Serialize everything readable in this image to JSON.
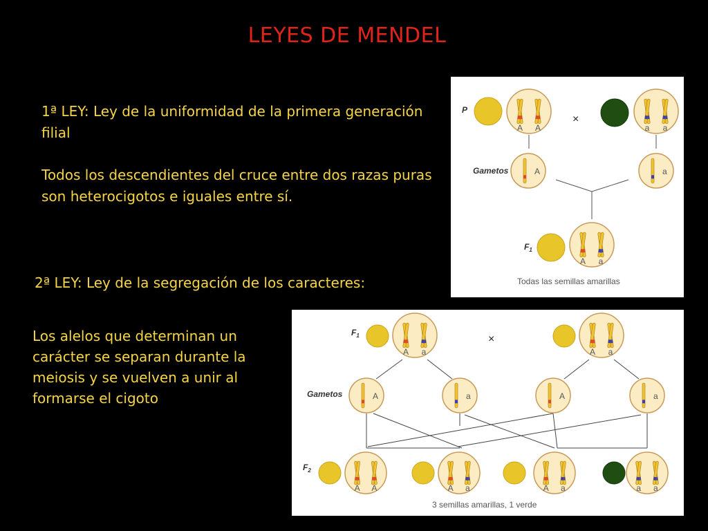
{
  "title": "LEYES DE MENDEL",
  "law1": {
    "heading": "1ª LEY:  Ley de la uniformidad de la primera generación filial",
    "body": "Todos los descendientes del cruce entre dos razas puras son heterocigotos e iguales entre sí."
  },
  "law2": {
    "heading": "2ª LEY: Ley de la segregación de los caracteres:",
    "body": "Los alelos que determinan un carácter se separan durante la meiosis y se vuelven a unir al formarse el cigoto"
  },
  "diagram1": {
    "labels": {
      "p": "P",
      "gametes": "Gametos",
      "f1": "F",
      "f1_sub": "1"
    },
    "cross_symbol": "×",
    "parent_left_alleles": [
      "A",
      "A"
    ],
    "parent_right_alleles": [
      "a",
      "a"
    ],
    "gamete_left_allele": "A",
    "gamete_right_allele": "a",
    "f1_alleles": [
      "A",
      "a"
    ],
    "caption": "Todas las semillas amarillas"
  },
  "diagram2": {
    "labels": {
      "f1": "F",
      "f1_sub": "1",
      "gametes": "Gametos",
      "f2": "F",
      "f2_sub": "2"
    },
    "cross_symbol": "×",
    "parents": [
      {
        "alleles": [
          "A",
          "a"
        ]
      },
      {
        "alleles": [
          "A",
          "a"
        ]
      }
    ],
    "gametes": [
      "A",
      "a",
      "A",
      "a"
    ],
    "offspring": [
      {
        "alleles": [
          "A",
          "A"
        ],
        "seed": "yellow"
      },
      {
        "alleles": [
          "A",
          "a"
        ],
        "seed": "yellow"
      },
      {
        "alleles": [
          "A",
          "a"
        ],
        "seed": "yellow"
      },
      {
        "alleles": [
          "a",
          "a"
        ],
        "seed": "green"
      }
    ],
    "caption": "3 semillas amarillas, 1 verde"
  },
  "colors": {
    "title": "#e2231a",
    "text": "#f5d547",
    "yellow_seed": "#e8c62a",
    "green_seed": "#1f4d12",
    "dominant_band": "#e0482a",
    "recessive_band": "#3a3fb0",
    "cell_fill": "#fbecc4",
    "cell_stroke": "#c79a5a"
  }
}
